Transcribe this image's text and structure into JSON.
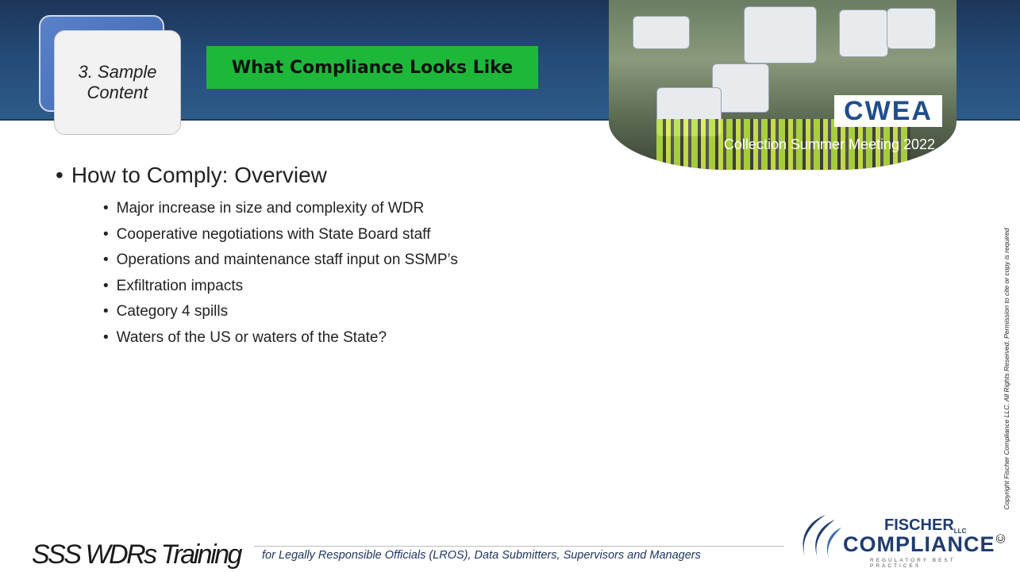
{
  "header": {
    "section_line1": "3. Sample",
    "section_line2": "Content",
    "title": "What Compliance Looks Like"
  },
  "event": {
    "logo_text": "CWEA",
    "meeting_name": "Collection Summer Meeting 2022"
  },
  "content": {
    "main_bullet": "How to Comply: Overview",
    "sub_bullets": [
      "Major increase in size and complexity of WDR",
      "Cooperative negotiations with State Board staff",
      "Operations and maintenance staff input on SSMP’s",
      "Exfiltration impacts",
      "Category 4 spills",
      "Waters of the US or waters of the State?"
    ],
    "bullet_char": "•"
  },
  "copyright": {
    "symbol": "©",
    "text": "Copyright Fischer Compliance LLC. All Rights Reserved. Permission to cite or copy is required"
  },
  "footer": {
    "title": "SSS WDRs Training",
    "subtitle": "for Legally Responsible Officials (LROS), Data Submitters, Supervisors and Managers"
  },
  "company_logo": {
    "name_top": "FISCHER",
    "llc": "LLC",
    "name_main": "COMPLIANCE",
    "tagline": "REGULATORY BEST PRACTICES",
    "color": "#1f3c70"
  },
  "colors": {
    "header_band": "#244a76",
    "title_box": "#1db83a",
    "section_tab": "#4a73bd"
  }
}
